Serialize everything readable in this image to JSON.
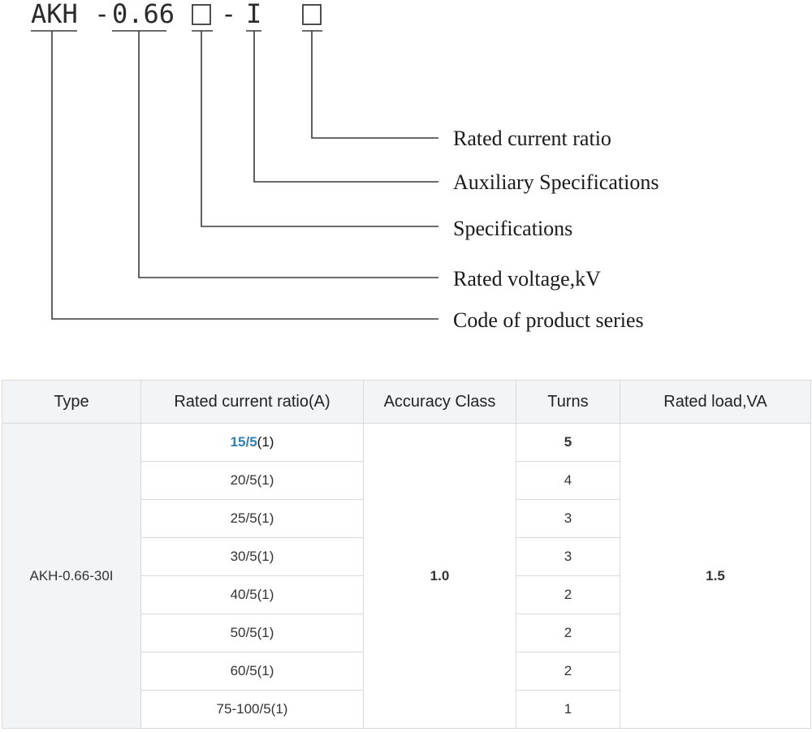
{
  "code": {
    "prefix": "AKH",
    "dash1": "-",
    "voltage": "0.66",
    "dash2": "-",
    "aux": "I"
  },
  "legend": [
    "Rated current ratio",
    "Auxiliary Specifications",
    "Specifications",
    "Rated voltage,kV",
    "Code of product series"
  ],
  "table": {
    "headers": [
      "Type",
      "Rated current ratio(A)",
      "Accuracy Class",
      "Turns",
      "Rated load,VA"
    ],
    "type": "AKH-0.66-30I",
    "accuracy_class": "1.0",
    "rated_load": "1.5",
    "rows": [
      {
        "ratio_num": "15/5",
        "ratio_suffix": "(1)",
        "turns": "5"
      },
      {
        "ratio": "20/5(1)",
        "turns": "4"
      },
      {
        "ratio": "25/5(1)",
        "turns": "3"
      },
      {
        "ratio": "30/5(1)",
        "turns": "3"
      },
      {
        "ratio": "40/5(1)",
        "turns": "2"
      },
      {
        "ratio": "50/5(1)",
        "turns": "2"
      },
      {
        "ratio": "60/5(1)",
        "turns": "2"
      },
      {
        "ratio": "75-100/5(1)",
        "turns": "1"
      }
    ]
  }
}
